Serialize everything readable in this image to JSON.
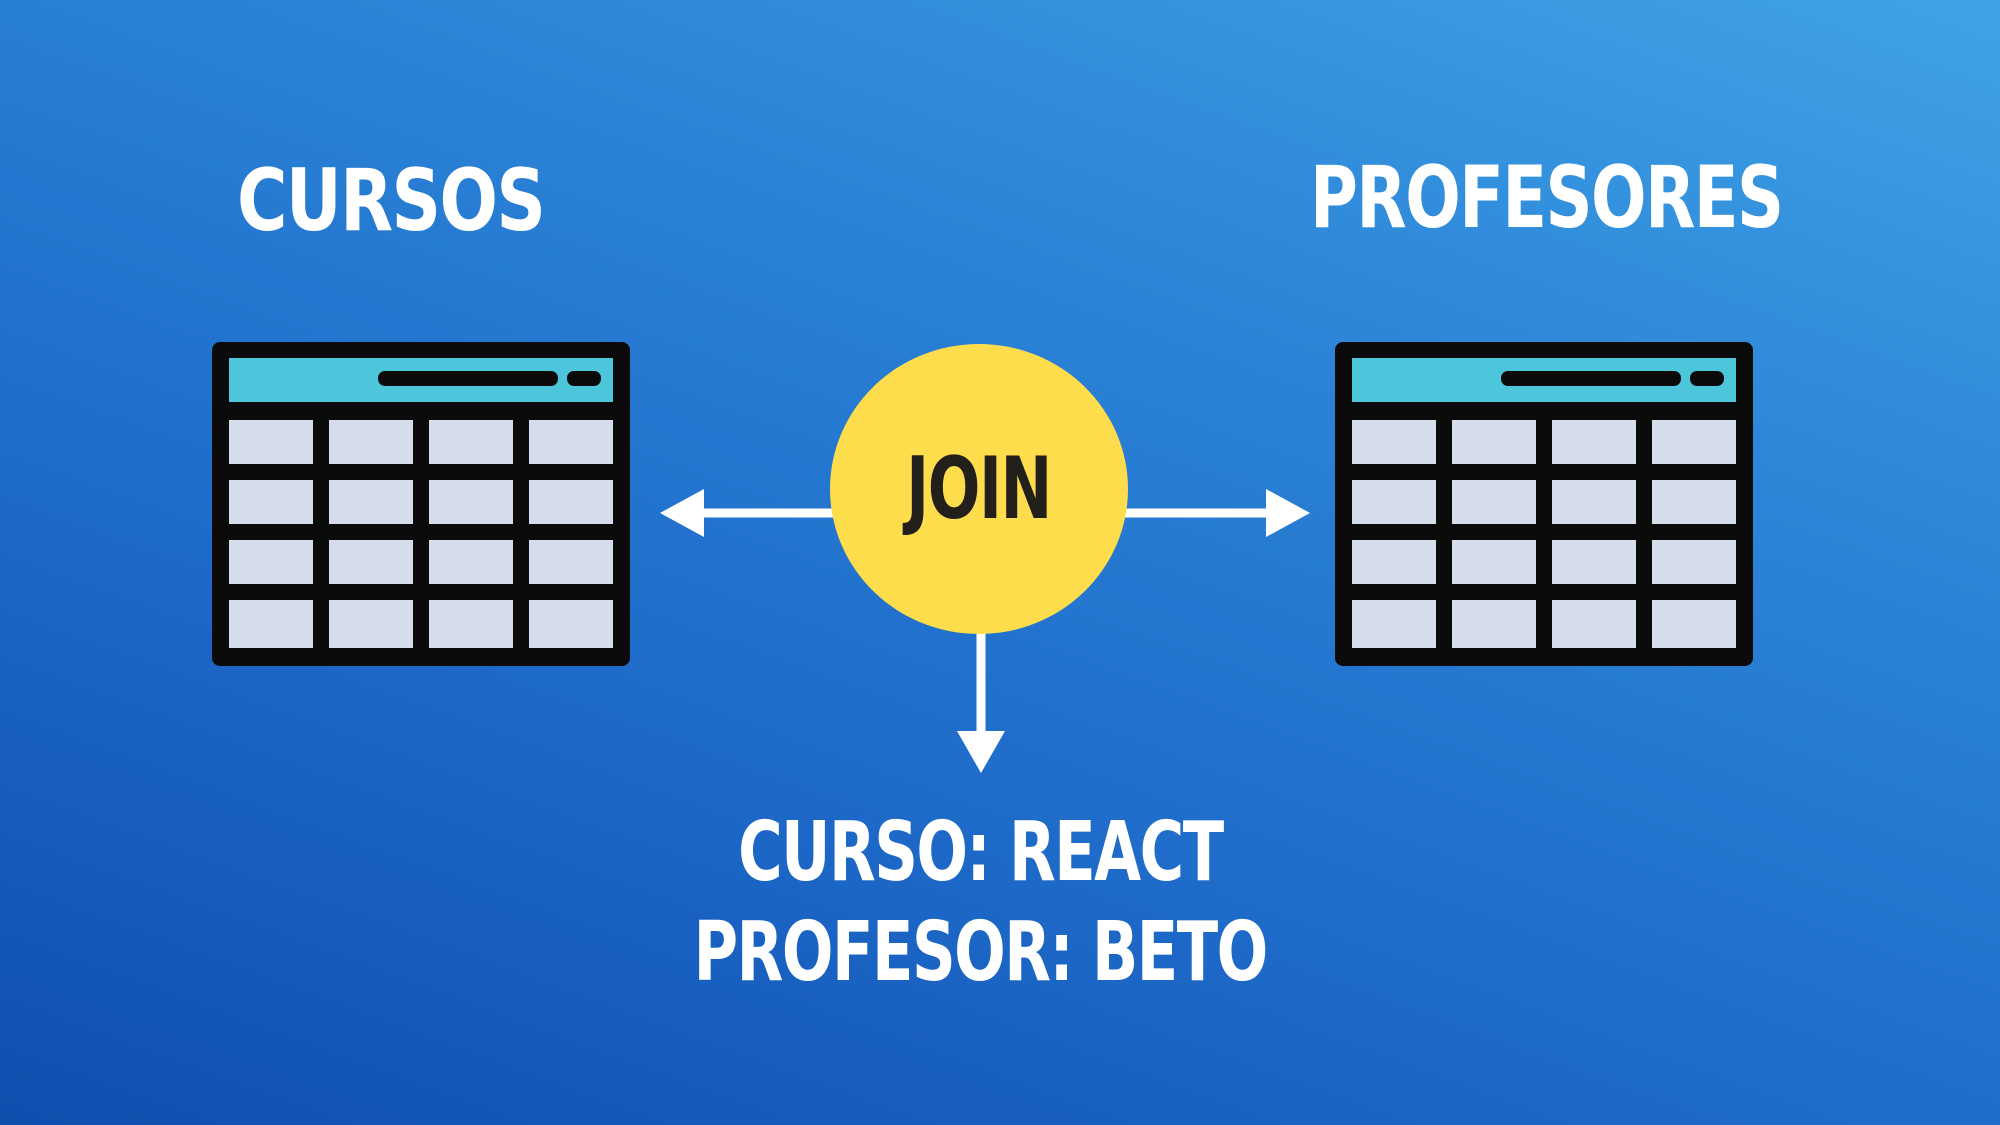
{
  "diagram": {
    "left_table": {
      "title": "CURSOS"
    },
    "right_table": {
      "title": "PROFESORES"
    },
    "join": {
      "label": "JOIN"
    },
    "result": {
      "line1": "CURSO: REACT",
      "line2": "PROFESOR: BETO"
    }
  },
  "colors": {
    "background_light": "#3fa2e6",
    "background_dark": "#0e4fae",
    "join_circle": "#fedd4c",
    "join_text": "#231f1a",
    "table_header": "#4dc6dc",
    "table_cell": "#d4dde9",
    "table_border": "#0b0b0b",
    "text": "#ffffff"
  },
  "icons": [
    "table-icon",
    "table-icon",
    "arrow-left-icon",
    "arrow-right-icon",
    "arrow-down-icon"
  ]
}
